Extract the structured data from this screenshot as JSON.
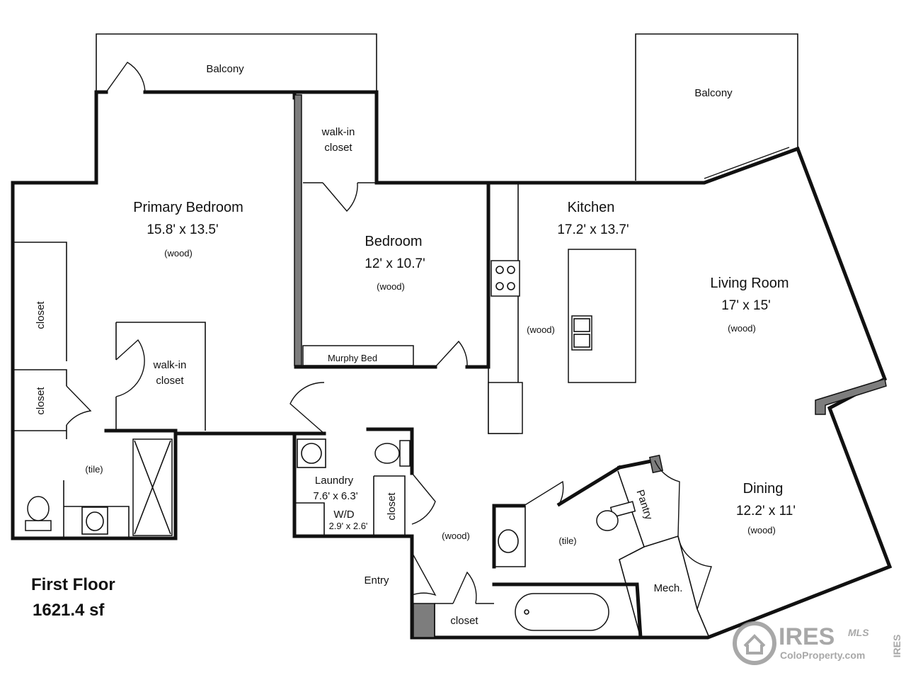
{
  "rooms": {
    "balcony_left": "Balcony",
    "balcony_right": "Balcony",
    "primary_bedroom": {
      "name": "Primary Bedroom",
      "dims": "15.8' x 13.5'",
      "floor": "(wood)"
    },
    "walkin_top": [
      "walk-in",
      "closet"
    ],
    "walkin_primary": [
      "walk-in",
      "closet"
    ],
    "closet_left_1": "closet",
    "closet_left_2": "closet",
    "primary_bath_floor": "(tile)",
    "bedroom": {
      "name": "Bedroom",
      "dims": "12' x 10.7'",
      "floor": "(wood)"
    },
    "murphy_bed": "Murphy Bed",
    "kitchen": {
      "name": "Kitchen",
      "dims": "17.2' x 13.7'",
      "floor": "(wood)"
    },
    "living_room": {
      "name": "Living Room",
      "dims": "17' x 15'",
      "floor": "(wood)"
    },
    "laundry": {
      "name": "Laundry",
      "dims": "7.6' x 6.3'"
    },
    "washer_dryer": {
      "name": "W/D",
      "dims": "2.9' x 2.6'"
    },
    "closet_laundry": "closet",
    "hall_floor": "(wood)",
    "entry": "Entry",
    "closet_entry": "closet",
    "bath2_floor": "(tile)",
    "pantry": "Pantry",
    "mech": "Mech.",
    "dining": {
      "name": "Dining",
      "dims": "12.2' x 11'",
      "floor": "(wood)"
    }
  },
  "summary": {
    "floor_name": "First Floor",
    "area": "1621.4 sf"
  },
  "watermark": {
    "brand": "IRES",
    "script": "MLS",
    "site": "ColoProperty.com",
    "side": "IRES"
  }
}
